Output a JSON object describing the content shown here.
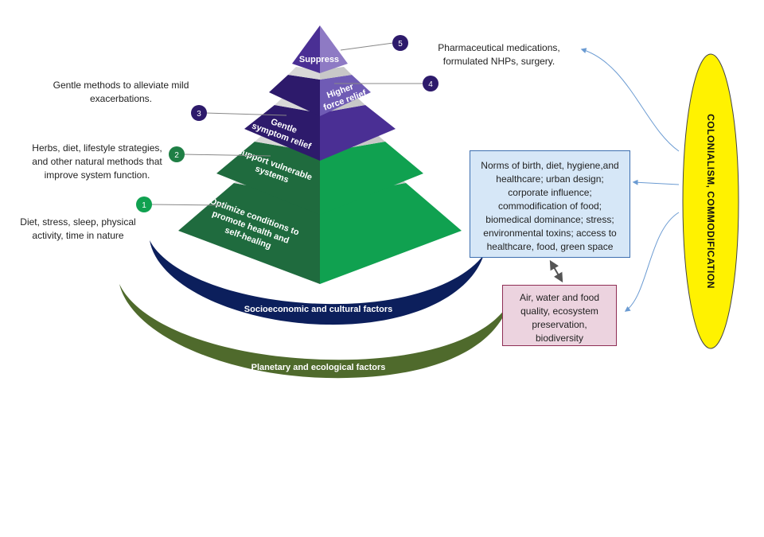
{
  "colors": {
    "green_dark": "#1f6b3e",
    "green_light": "#10a150",
    "purple_dark": "#2d1a6b",
    "purple_mid": "#4a2f94",
    "purple_light": "#8e7ac4",
    "band_gray": "#d8d8d8",
    "arc_navy": "#0c1f5c",
    "arc_green": "#4f6a2c",
    "ellipse_yellow": "#fff200",
    "arrow_blue": "#6b9bd2",
    "social_box_fill": "#d6e7f7",
    "env_box_fill": "#ecd3df"
  },
  "pyramid": {
    "levels": [
      {
        "number": "1",
        "label_lines": [
          "Optimize conditions to",
          "promote health and",
          "self-healing"
        ],
        "note_lines": [
          "Diet, stress, sleep, physical",
          "activity,  time in nature"
        ]
      },
      {
        "number": "2",
        "label_lines": [
          "Support vulnerable",
          "systems"
        ],
        "note_lines": [
          "Herbs, diet, lifestyle strategies,",
          "and other natural methods that",
          "improve system function."
        ]
      },
      {
        "number": "3",
        "label_lines": [
          "Gentle",
          "symptom relief"
        ],
        "note_lines": [
          "Gentle methods to alleviate mild",
          "exacerbations."
        ]
      },
      {
        "number": "4",
        "label_lines": [
          "Higher",
          "force relief"
        ],
        "note_lines": []
      },
      {
        "number": "5",
        "label_lines": [
          "Suppress"
        ],
        "note_lines": [
          "Pharmaceutical medications,",
          "formulated NHPs, surgery."
        ]
      }
    ]
  },
  "arcs": {
    "socioeconomic_label": "Socioeconomic and cultural factors",
    "planetary_label": "Planetary and ecological factors"
  },
  "social_box": {
    "lines": [
      "Norms of birth, diet, hygiene,and",
      "healthcare;  urban design;",
      "corporate influence;",
      "commodification of food;",
      "biomedical dominance;  stress;",
      "environmental toxins; access to",
      "healthcare, food, green space"
    ]
  },
  "environment_box": {
    "lines": [
      "Air, water and food",
      "quality, ecosystem",
      "preservation,",
      "biodiversity"
    ]
  },
  "ellipse_label": "COLONIALISM, COMMODIFICATION"
}
